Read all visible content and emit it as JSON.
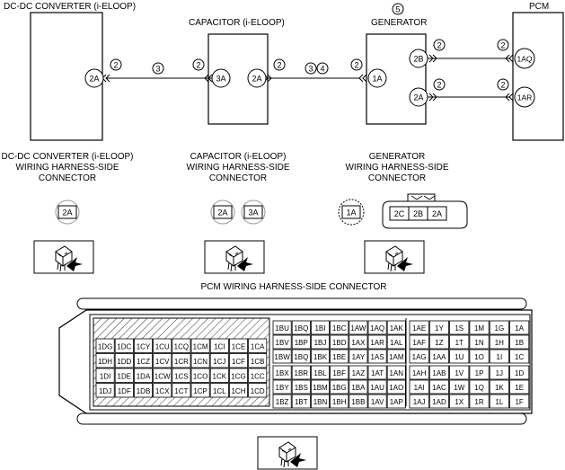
{
  "top": {
    "dcdc_title": "DC-DC CONVERTER (i-ELOOP)",
    "capacitor_title": "CAPACITOR (i-ELOOP)",
    "generator_title": "GENERATOR",
    "pcm_title": "PCM",
    "generator_circle": "5",
    "wire_circle_2": "2",
    "wire_circle_3": "3",
    "wire_circle_4": "4"
  },
  "pins": {
    "dcdc_2a": "2A",
    "cap_3a": "3A",
    "cap_2a": "2A",
    "gen_1a": "1A",
    "gen_2b": "2B",
    "gen_2a": "2A",
    "pcm_1aq": "1AQ",
    "pcm_1ar": "1AR"
  },
  "connectors": {
    "dcdc_heading": [
      "DC-DC CONVERTER (i-ELOOP)",
      "WIRING HARNESS-SIDE",
      "CONNECTOR"
    ],
    "capacitor_heading": [
      "CAPACITOR (i-ELOOP)",
      "WIRING HARNESS-SIDE",
      "CONNECTOR"
    ],
    "generator_heading": [
      "GENERATOR",
      "WIRING HARNESS-SIDE",
      "CONNECTOR"
    ],
    "dcdc_face": "2A",
    "capacitor_face": [
      "2A",
      "3A"
    ],
    "generator_face_left": "1A",
    "generator_face_right": [
      "2C",
      "2B",
      "2A"
    ],
    "pcm_heading": "PCM WIRING HARNESS-SIDE CONNECTOR"
  },
  "pcm_blocks": {
    "left": [
      [
        "1DG",
        "1DC",
        "1CY",
        "1CU",
        "1CQ",
        "1CM",
        "1CI",
        "1CE",
        "1CA"
      ],
      [
        "1DH",
        "1DD",
        "1CZ",
        "1CV",
        "1CR",
        "1CN",
        "1CJ",
        "1CF",
        "1CB"
      ],
      [
        "1DI",
        "1DE",
        "1DA",
        "1CW",
        "1CS",
        "1CO",
        "1CK",
        "1CG",
        "1CC"
      ],
      [
        "1DJ",
        "1DF",
        "1DB",
        "1CX",
        "1CT",
        "1CP",
        "1CL",
        "1CH",
        "1CD"
      ]
    ],
    "middle_upper": [
      [
        "1BU",
        "1BQ",
        "1BI",
        "1BC",
        "1AW",
        "1AQ",
        "1AK"
      ],
      [
        "1BV",
        "1BP",
        "1BJ",
        "1BD",
        "1AX",
        "1AR",
        "1AL"
      ],
      [
        "1BW",
        "1BQ",
        "1BK",
        "1BE",
        "1AY",
        "1AS",
        "1AM"
      ]
    ],
    "middle_lower": [
      [
        "1BX",
        "1BR",
        "1BL",
        "1BF",
        "1AZ",
        "1AT",
        "1AN"
      ],
      [
        "1BY",
        "1BS",
        "1BM",
        "1BG",
        "1BA",
        "1AU",
        "1AO"
      ],
      [
        "1BZ",
        "1BT",
        "1BN",
        "1BH",
        "1BB",
        "1AV",
        "1AP"
      ]
    ],
    "right_upper": [
      [
        "1AE",
        "1Y",
        "1S",
        "1M",
        "1G",
        "1A"
      ],
      [
        "1AF",
        "1Z",
        "1T",
        "1N",
        "1H",
        "1B"
      ],
      [
        "1AG",
        "1AA",
        "1U",
        "1O",
        "1I",
        "1C"
      ]
    ],
    "right_lower": [
      [
        "1AH",
        "1AB",
        "1V",
        "1P",
        "1J",
        "1D"
      ],
      [
        "1AI",
        "1AC",
        "1W",
        "1Q",
        "1K",
        "1E"
      ],
      [
        "1AJ",
        "1AD",
        "1X",
        "1R",
        "1L",
        "1F"
      ]
    ]
  },
  "icons": [
    "connector-arrow-icon"
  ]
}
